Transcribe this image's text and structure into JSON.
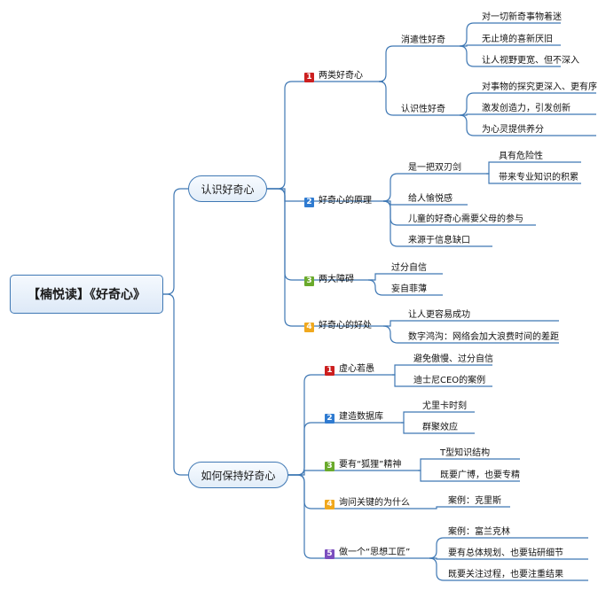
{
  "root": {
    "title": "【楠悦读】《好奇心》"
  },
  "branches": [
    {
      "label": "认识好奇心",
      "children": [
        {
          "badge": "1",
          "badge_color": "#cc1f1f",
          "label": "两类好奇心",
          "children": [
            {
              "label": "消遣性好奇",
              "children": [
                "对一切新奇事物着迷",
                "无止境的喜新厌旧",
                "让人视野更宽、但不深入"
              ]
            },
            {
              "label": "认识性好奇",
              "children": [
                "对事物的探究更深入、更有序",
                "激发创造力，引发创新",
                "为心灵提供养分"
              ]
            }
          ]
        },
        {
          "badge": "2",
          "badge_color": "#2f7bd1",
          "label": "好奇心的原理",
          "children": [
            {
              "label": "是一把双刃剑",
              "children": [
                "具有危险性",
                "带来专业知识的积累"
              ]
            },
            {
              "label": "给人愉悦感"
            },
            {
              "label": "儿童的好奇心需要父母的参与"
            },
            {
              "label": "来源于信息缺口"
            }
          ]
        },
        {
          "badge": "3",
          "badge_color": "#6aaa2c",
          "label": "两大障碍",
          "children": [
            {
              "label": "过分自信"
            },
            {
              "label": "妄自菲薄"
            }
          ]
        },
        {
          "badge": "4",
          "badge_color": "#f0a81e",
          "label": "好奇心的好处",
          "children": [
            {
              "label": "让人更容易成功"
            },
            {
              "label": "数字鸿沟：网络会加大浪费时间的差距"
            }
          ]
        }
      ]
    },
    {
      "label": "如何保持好奇心",
      "children": [
        {
          "badge": "1",
          "badge_color": "#cc1f1f",
          "label": "虚心若愚",
          "children": [
            {
              "label": "避免傲慢、过分自信"
            },
            {
              "label": "迪士尼CEO的案例"
            }
          ]
        },
        {
          "badge": "2",
          "badge_color": "#2f7bd1",
          "label": "建造数据库",
          "children": [
            {
              "label": "尤里卡时刻"
            },
            {
              "label": "群聚效应"
            }
          ]
        },
        {
          "badge": "3",
          "badge_color": "#6aaa2c",
          "label": "要有“狐狸”精神",
          "children": [
            {
              "label": "T型知识结构"
            },
            {
              "label": "既要广博，也要专精"
            }
          ]
        },
        {
          "badge": "4",
          "badge_color": "#f0a81e",
          "label": "询问关键的为什么",
          "children": [
            {
              "label": "案例：克里斯"
            }
          ]
        },
        {
          "badge": "5",
          "badge_color": "#7b4fbf",
          "label": "做一个“思想工匠”",
          "children": [
            {
              "label": "案例：富兰克林"
            },
            {
              "label": "要有总体规划、也要钻研细节"
            },
            {
              "label": "既要关注过程，也要注重结果"
            }
          ]
        }
      ]
    }
  ],
  "colors": {
    "line": "#3f78b4",
    "border": "#3f78b4"
  }
}
